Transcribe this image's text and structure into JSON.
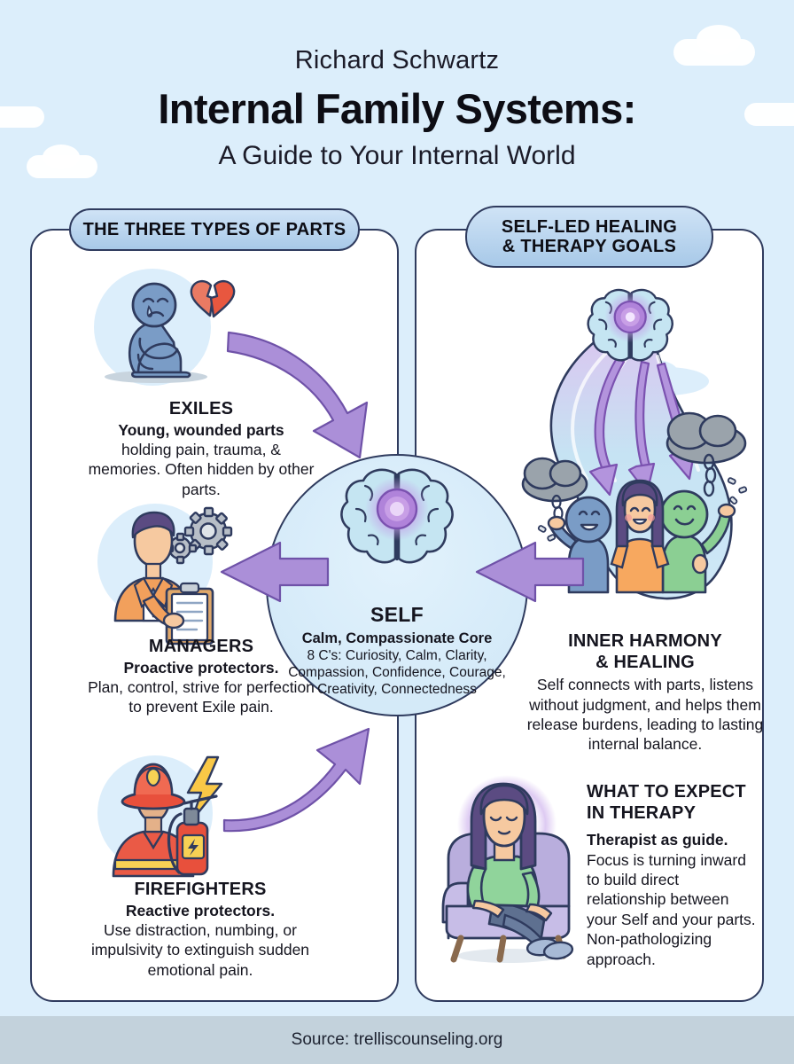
{
  "header": {
    "author": "Richard Schwartz",
    "title": "Internal Family Systems:",
    "subtitle": "A Guide to Your Internal World"
  },
  "panels": {
    "left": {
      "badge": "THE THREE TYPES OF PARTS"
    },
    "right": {
      "badge_line1": "SELF-LED HEALING",
      "badge_line2": "& THERAPY GOALS"
    }
  },
  "parts": [
    {
      "id": "exiles",
      "icon": "sad-child-broken-heart-icon",
      "heading": "EXILES",
      "lead": "Young, wounded parts",
      "body": "holding pain, trauma, & memories. Often hidden by other parts."
    },
    {
      "id": "managers",
      "icon": "businessman-clipboard-gears-icon",
      "heading": "MANAGERS",
      "lead": "Proactive protectors.",
      "body": "Plan, control, strive for perfection to prevent Exile pain."
    },
    {
      "id": "firefighters",
      "icon": "firefighter-extinguisher-icon",
      "heading": "FIREFIGHTERS",
      "lead": "Reactive protectors.",
      "body": "Use distraction, numbing, or impulsivity to extinguish sudden emotional pain."
    }
  ],
  "self": {
    "icon": "brain-glowing-core-icon",
    "title": "SELF",
    "subtitle": "Calm, Compassionate Core",
    "eight_cs": "8 C's: Curiosity, Calm, Clarity, Compassion, Confidence, Courage, Creativity, Connectedness"
  },
  "outcomes": [
    {
      "id": "inner-harmony",
      "icon": "brain-waterfall-happy-parts-icon",
      "heading_line1": "INNER HARMONY",
      "heading_line2": "& HEALING",
      "body": "Self connects with parts, listens without judgment, and helps them release burdens, leading to lasting internal balance."
    },
    {
      "id": "what-to-expect",
      "icon": "woman-meditating-chair-icon",
      "heading_line1": "WHAT TO EXPECT",
      "heading_line2": "IN THERAPY",
      "lead": "Therapist as guide.",
      "body": "Focus is turning inward to build direct relationship between your Self and your parts.",
      "body2": "Non-pathologizing approach."
    }
  ],
  "arrows": [
    {
      "id": "exiles-to-self",
      "shape": "curved-down-right"
    },
    {
      "id": "managers-to-self",
      "shape": "straight-right"
    },
    {
      "id": "firefighters-to-self",
      "shape": "curved-up-right"
    },
    {
      "id": "self-to-healing",
      "shape": "straight-right"
    }
  ],
  "footer": {
    "source": "Source: trelliscounseling.org"
  },
  "colors": {
    "background": "#dceefb",
    "panel": "#ffffff",
    "outline": "#2f3b5e",
    "badge": "#a8c9e8",
    "arrow": "#a98fd6",
    "self_circle": "#cfe7f7",
    "footer_bar": "#c3d2dc",
    "accent_orange": "#f5a05a",
    "accent_red": "#e8573f",
    "accent_green": "#8bcf93",
    "accent_purple": "#b08fd9"
  }
}
